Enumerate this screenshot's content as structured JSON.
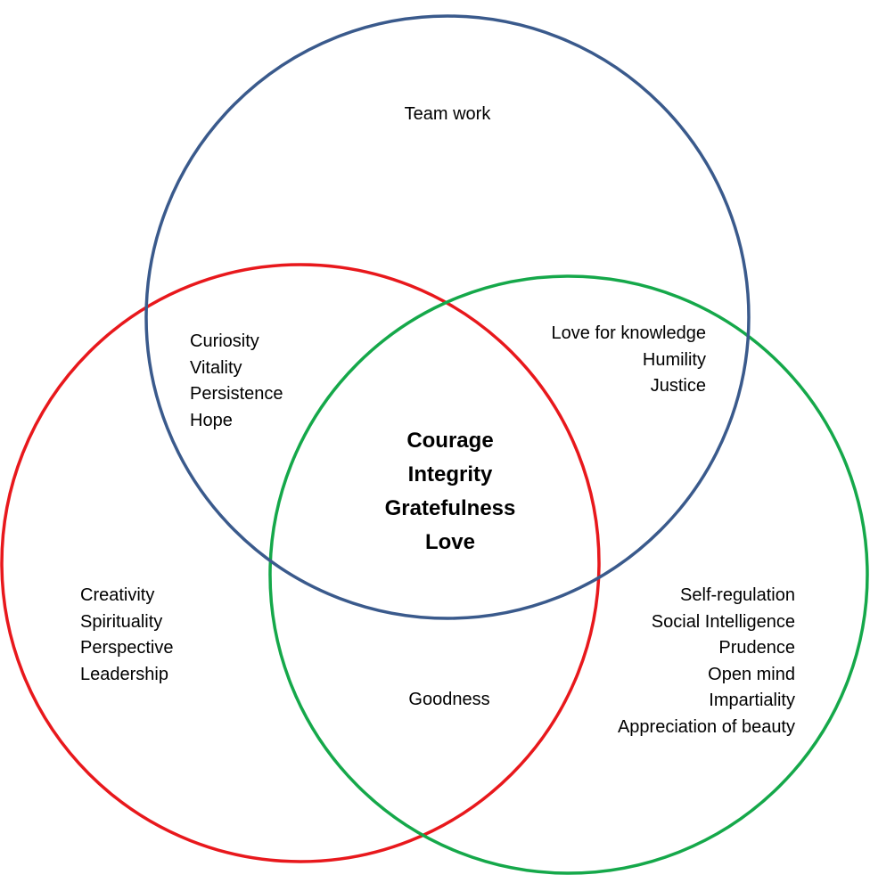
{
  "colors": {
    "top_circle": "#3a5a8c",
    "left_circle": "#e8181c",
    "right_circle": "#15a84a",
    "text": "#000000"
  },
  "regions": {
    "top": [
      "Team work"
    ],
    "top_left": [
      "Curiosity",
      "Vitality",
      "Persistence",
      "Hope"
    ],
    "top_right": [
      "Love for knowledge",
      "Humility",
      "Justice"
    ],
    "center": [
      "Courage",
      "Integrity",
      "Gratefulness",
      "Love"
    ],
    "left": [
      "Creativity",
      "Spirituality",
      "Perspective",
      "Leadership"
    ],
    "bottom": [
      "Goodness"
    ],
    "right": [
      "Self-regulation",
      "Social Intelligence",
      "Prudence",
      "Open mind",
      "Impartiality",
      "Appreciation of beauty"
    ]
  }
}
